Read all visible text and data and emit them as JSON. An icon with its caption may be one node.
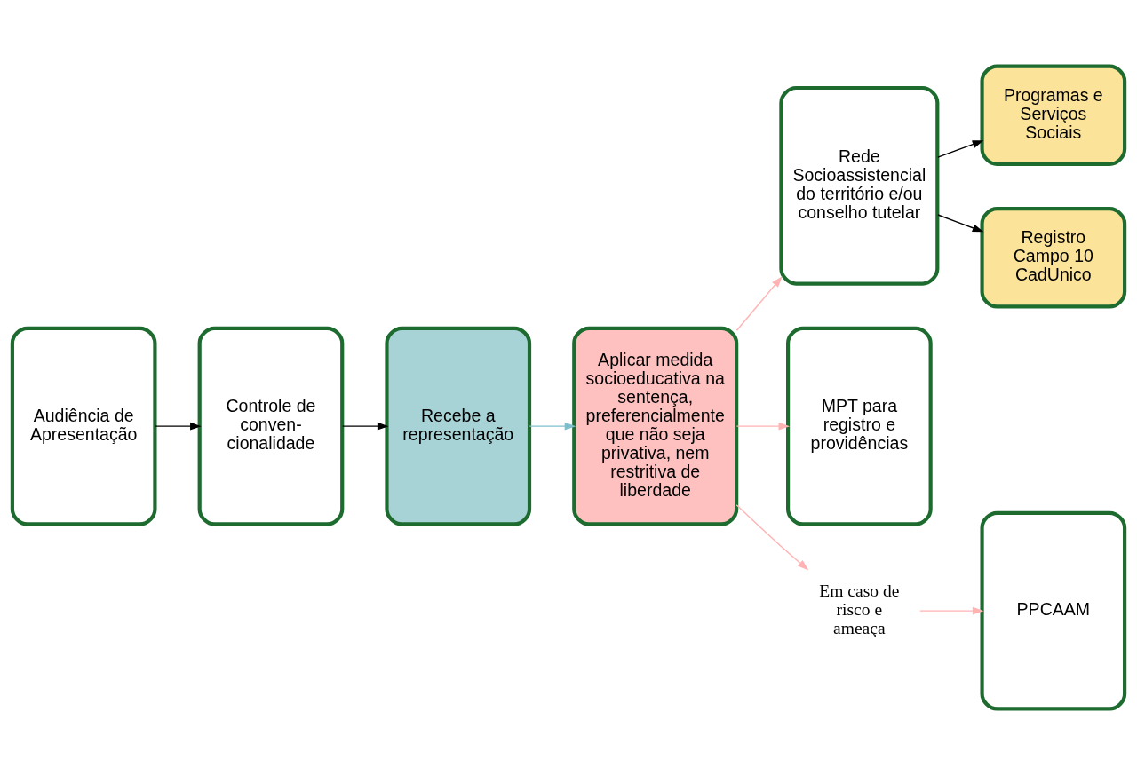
{
  "diagram": {
    "nodes": [
      {
        "text": [
          "Audiência de Apresentação"
        ]
      },
      {
        "text": [
          "Controle de conven- cionalidade"
        ]
      },
      {
        "text": [
          "Recebe a representação"
        ]
      },
      {
        "text": [
          "Aplicar medida socioeducativa na sentença, preferencialmente que não seja privativa, nem restritiva de liberdade"
        ]
      },
      {
        "text": [
          "Rede Socioassistencial do território e/ou conselho tutelar"
        ]
      },
      {
        "text": [
          "Programas e Serviços Sociais"
        ]
      },
      {
        "text": [
          "Registro Campo 10 CadUnico"
        ]
      },
      {
        "text": [
          "MPT para registro e providências"
        ]
      },
      {
        "text": [
          "Em caso de risco e ameaça"
        ]
      },
      {
        "text": [
          "PPCAAM"
        ]
      }
    ],
    "edges": [
      {
        "from": 0,
        "to": 1,
        "arrow": "to",
        "color": "#000000"
      },
      {
        "from": 1,
        "to": 2,
        "arrow": "to",
        "color": "#000000"
      },
      {
        "from": 2,
        "to": 3,
        "arrow": "to",
        "color": "#7fbfcc"
      },
      {
        "from": 3,
        "to": 4,
        "arrow": "to",
        "color": "#ffb3b3"
      },
      {
        "from": 3,
        "to": 7,
        "arrow": "to",
        "color": "#ffb3b3"
      },
      {
        "from": 3,
        "to": 8,
        "arrow": "to",
        "color": "#ffb3b3"
      },
      {
        "from": 8,
        "to": 9,
        "arrow": "to",
        "color": "#ffb3b3"
      },
      {
        "from": 4,
        "to": 5,
        "arrow": "to",
        "color": "#000000"
      },
      {
        "from": 4,
        "to": 6,
        "arrow": "to",
        "color": "#000000"
      }
    ]
  }
}
